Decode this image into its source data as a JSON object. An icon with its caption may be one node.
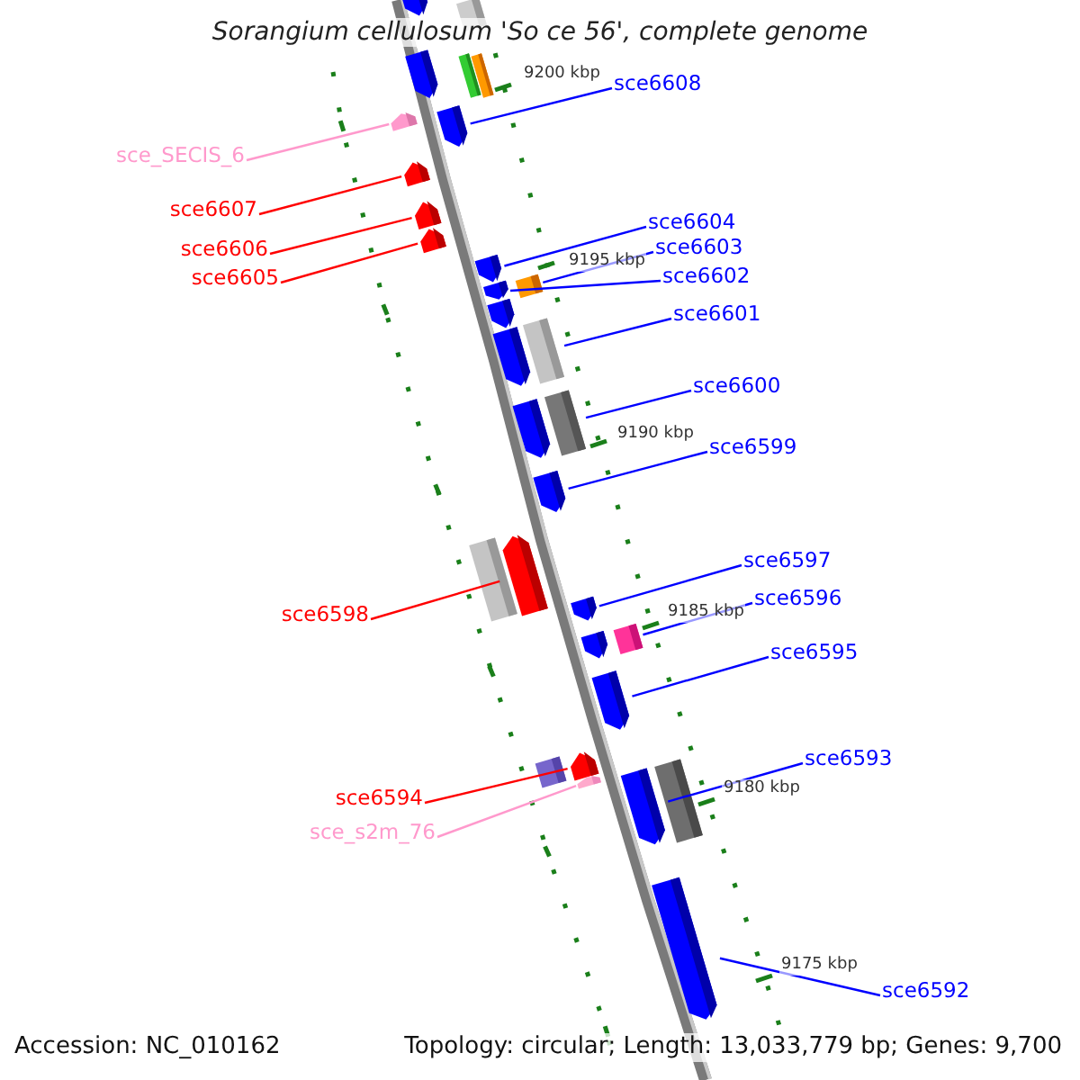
{
  "diagram": {
    "title": "Sorangium cellulosum 'So ce 56', complete genome",
    "nodes": [
      {
        "text": [
          "sce6608"
        ]
      },
      {
        "text": [
          "sce_SECIS_6"
        ]
      },
      {
        "text": [
          "sce6607"
        ]
      },
      {
        "text": [
          "sce6604"
        ]
      },
      {
        "text": [
          "sce6603"
        ]
      },
      {
        "text": [
          "sce6606"
        ]
      },
      {
        "text": [
          "sce6602"
        ]
      },
      {
        "text": [
          "sce6605"
        ]
      },
      {
        "text": [
          "sce6601"
        ]
      },
      {
        "text": [
          "sce6600"
        ]
      },
      {
        "text": [
          "sce6599"
        ]
      },
      {
        "text": [
          "sce6597"
        ]
      },
      {
        "text": [
          "sce6596"
        ]
      },
      {
        "text": [
          "sce6598"
        ]
      },
      {
        "text": [
          "sce6595"
        ]
      },
      {
        "text": [
          "sce6593"
        ]
      },
      {
        "text": [
          "sce6594"
        ]
      },
      {
        "text": [
          "sce_s2m_76"
        ]
      },
      {
        "text": [
          "sce6592"
        ]
      },
      {
        "text": [],
        "shape": "pentagon"
      },
      {
        "text": [],
        "shape": "box"
      },
      {
        "text": [],
        "shape": "pentagon"
      },
      {
        "text": [],
        "shape": "box"
      },
      {
        "text": [],
        "shape": "box"
      },
      {
        "text": [],
        "shape": "pentagon"
      },
      {
        "text": [],
        "shape": "pentagon"
      },
      {
        "text": [],
        "shape": "pentagon"
      },
      {
        "text": [],
        "shape": "pentagon"
      },
      {
        "text": [],
        "shape": "pentagon"
      },
      {
        "text": [],
        "shape": "pentagon"
      },
      {
        "text": [],
        "shape": "box"
      },
      {
        "text": [],
        "shape": "pentagon"
      },
      {
        "text": [],
        "shape": "pentagon"
      },
      {
        "text": [],
        "shape": "pentagon"
      },
      {
        "text": [],
        "shape": "box"
      },
      {
        "text": [],
        "shape": "pentagon"
      },
      {
        "text": [],
        "shape": "box"
      },
      {
        "text": [],
        "shape": "pentagon"
      },
      {
        "text": [],
        "shape": "box"
      },
      {
        "text": [],
        "shape": "pentagon"
      },
      {
        "text": [],
        "shape": "pentagon"
      },
      {
        "text": [],
        "shape": "pentagon"
      },
      {
        "text": [],
        "shape": "box"
      },
      {
        "text": [],
        "shape": "pentagon"
      },
      {
        "text": [],
        "shape": "box"
      },
      {
        "text": [],
        "shape": "pentagon"
      },
      {
        "text": [],
        "shape": "pentagon"
      },
      {
        "text": [],
        "shape": "pentagon"
      },
      {
        "text": [],
        "shape": "box"
      },
      {
        "text": [],
        "shape": "pentagon"
      }
    ],
    "edges": [
      {
        "from": 0,
        "to": 25,
        "arrow": "none"
      },
      {
        "from": 1,
        "to": 24,
        "arrow": "none",
        "color": "#ff99cc"
      },
      {
        "from": 2,
        "to": 26,
        "arrow": "none",
        "color": "#ff0000"
      },
      {
        "from": 3,
        "to": 29,
        "arrow": "none"
      },
      {
        "from": 4,
        "to": 30,
        "arrow": "none"
      },
      {
        "from": 5,
        "to": 27,
        "arrow": "none",
        "color": "#ff0000"
      },
      {
        "from": 6,
        "to": 31,
        "arrow": "none"
      },
      {
        "from": 7,
        "to": 28,
        "arrow": "none",
        "color": "#ff0000"
      },
      {
        "from": 8,
        "to": 34,
        "arrow": "none"
      },
      {
        "from": 9,
        "to": 36,
        "arrow": "none"
      },
      {
        "from": 10,
        "to": 37,
        "arrow": "none"
      },
      {
        "from": 11,
        "to": 40,
        "arrow": "none"
      },
      {
        "from": 12,
        "to": 42,
        "arrow": "none"
      },
      {
        "from": 13,
        "to": 39,
        "arrow": "none",
        "color": "#ff0000"
      },
      {
        "from": 14,
        "to": 43,
        "arrow": "none"
      },
      {
        "from": 15,
        "to": 47,
        "arrow": "none"
      },
      {
        "from": 16,
        "to": 45,
        "arrow": "none",
        "color": "#ff0000"
      },
      {
        "from": 17,
        "to": 46,
        "arrow": "none",
        "color": "#ff99cc"
      },
      {
        "from": 18,
        "to": 49,
        "arrow": "none"
      }
    ],
    "labels": [
      "9200 kbp",
      "9195 kbp",
      "9190 kbp",
      "9185 kbp",
      "9180 kbp",
      "9175 kbp",
      "Accession: NC_010162",
      "Topology: circular; Length: 13,033,779 bp; Genes: 9,700"
    ]
  }
}
